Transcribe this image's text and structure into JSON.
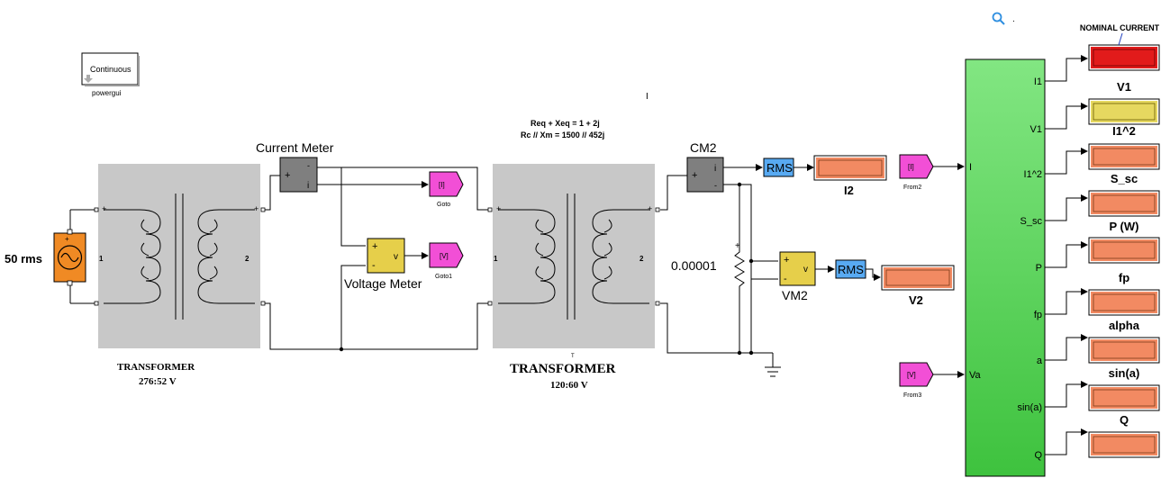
{
  "colors": {
    "transformer": "#c8c8c8",
    "meter": "#7f7f7f",
    "meter_small": "#e6cf4a",
    "source": "#f08a24",
    "tag": "#f24fd6",
    "rms": "#58aaf2",
    "display": "#f28a62",
    "display_red": "#e21b1b",
    "display_yellow": "#e6d860",
    "subsystem": "#5cdd5c",
    "accent_red": "#e60000"
  },
  "icons": {
    "search": "search-icon",
    "powergui_arrow": "download-arrow-icon",
    "ground": "ground-icon",
    "ac_source": "ac-source-icon"
  },
  "powergui": {
    "mode": "Continuous",
    "name": "powergui"
  },
  "source": {
    "label": "50 rms"
  },
  "transformer1": {
    "title": "TRANSFORMER",
    "rating": "276:52 V",
    "winding1": "1",
    "winding2": "2"
  },
  "transformer2": {
    "title": "TRANSFORMER",
    "rating": "120:60 V",
    "top_mark": "T",
    "winding1": "1",
    "winding2": "2",
    "eq1": "Req + Xeq = 1 + 2j",
    "eq2": "Rc // Xm = 1500 // 452j"
  },
  "current_meter": {
    "label": "Current Meter",
    "plus": "+",
    "minus": "-",
    "out": "i"
  },
  "voltage_meter": {
    "label": "Voltage Meter",
    "plus": "+",
    "minus": "-",
    "out": "v"
  },
  "cm2": {
    "label": "CM2",
    "plus": "+",
    "minus": "-",
    "out": "i"
  },
  "vm2": {
    "label": "VM2",
    "plus": "+",
    "minus": "-",
    "out": "v"
  },
  "goto": {
    "tag": "[I]",
    "name": "Goto"
  },
  "goto1": {
    "tag": "[V]",
    "name": "Goto1"
  },
  "from2": {
    "tag": "[I]",
    "name": "From2"
  },
  "from3": {
    "tag": "[V]",
    "name": "From3"
  },
  "rms1": {
    "label": "RMS"
  },
  "rms2": {
    "label": "RMS"
  },
  "resistor": {
    "value": "0.00001",
    "plus": "+"
  },
  "i2_display": {
    "label": "I2"
  },
  "v2_display": {
    "label": "V2"
  },
  "cursor_mark": "I",
  "search_dot": ".",
  "subsystem": {
    "in_ports": [
      "I",
      "Va"
    ],
    "out_ports": [
      "I1",
      "V1",
      "I1^2",
      "S_sc",
      "P",
      "fp",
      "a",
      "sin(a)",
      "Q"
    ]
  },
  "outputs": [
    "NOMINAL CURRENT",
    "V1",
    "I1^2",
    "S_sc",
    "P (W)",
    "fp",
    "alpha",
    "sin(a)",
    "Q"
  ]
}
